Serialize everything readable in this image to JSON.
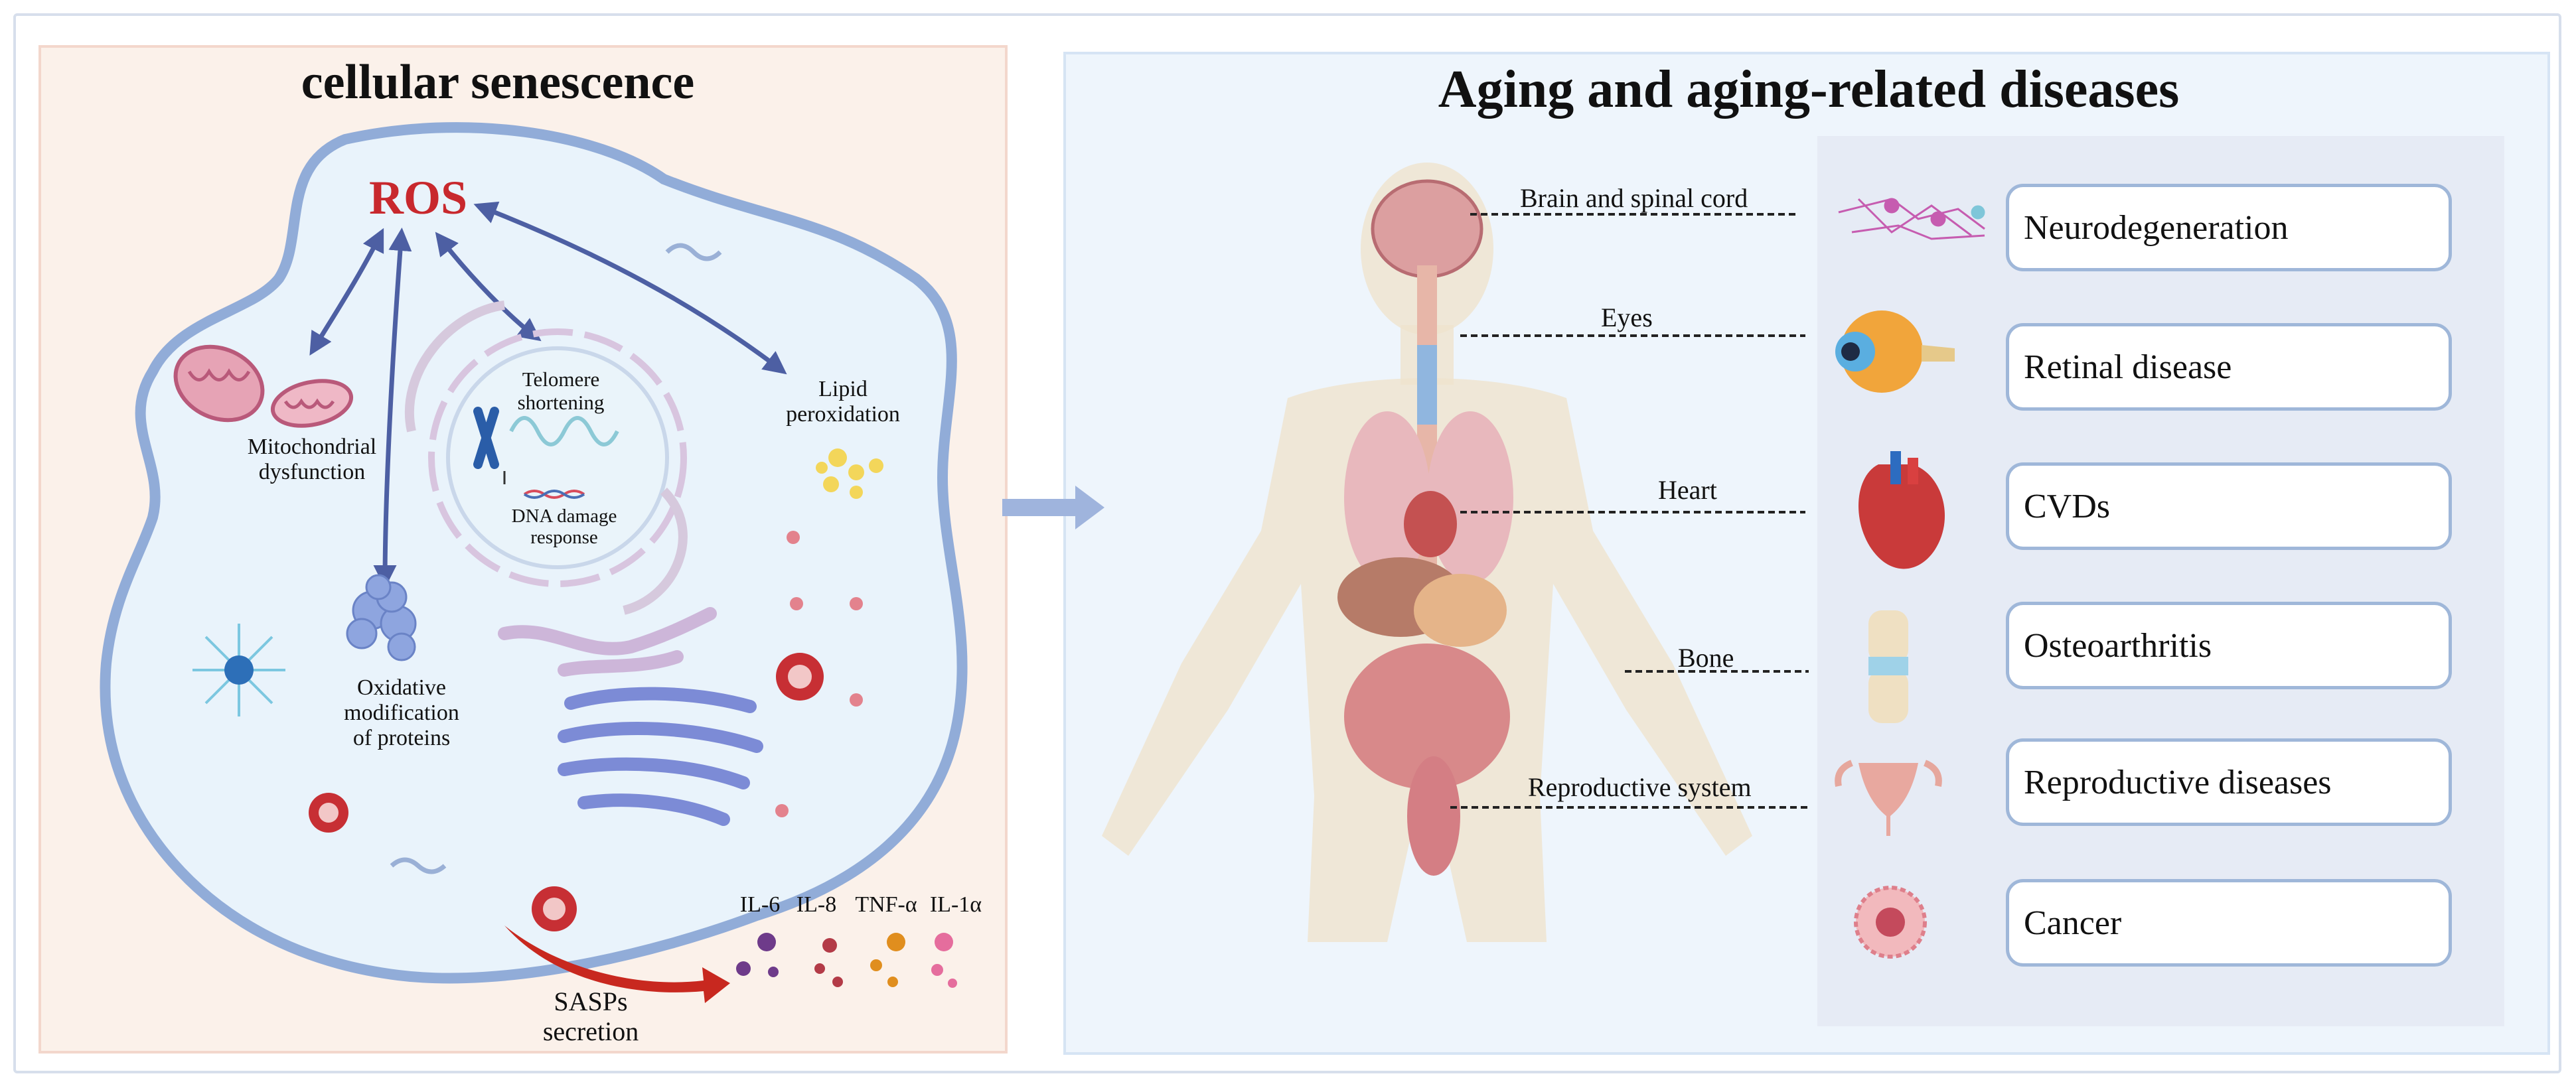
{
  "left": {
    "title": "cellular senescence",
    "ros": "ROS",
    "mito": "Mitochondrial\ndysfunction",
    "telomere": "Telomere\nshortening",
    "dna": "DNA damage\nresponse",
    "lipid": "Lipid\nperoxidation",
    "oxidative": "Oxidative\nmodification\nof proteins",
    "sasp": "SASPs\nsecretion",
    "cytokines": [
      "IL-6",
      "IL-8",
      "TNF-α",
      "IL-1α"
    ]
  },
  "right": {
    "title": "Aging and aging-related diseases",
    "organs": [
      "Brain and spinal cord",
      "Eyes",
      "Heart",
      "Bone",
      "Reproductive system"
    ],
    "diseases": [
      "Neurodegeneration",
      "Retinal disease",
      "CVDs",
      "Osteoarthritis",
      "Reproductive diseases",
      "Cancer"
    ]
  },
  "colors": {
    "ros": "#c8282d",
    "cell_fill": "#e9f3fb",
    "cell_border": "#91acd8",
    "arrow": "#4d5fa3",
    "sasp_arrow": "#c8281f",
    "disease_border": "#9fb7d9"
  },
  "icons": [
    "mitochondria-icon",
    "chromosome-icon",
    "dna-icon",
    "protein-icon",
    "lipid-droplets-icon",
    "lysosome-icon",
    "golgi-icon",
    "er-icon",
    "centrosome-icon",
    "human-body-icon",
    "neuron-icon",
    "eye-icon",
    "heart-icon",
    "knee-joint-icon",
    "uterus-icon",
    "tumor-cell-icon",
    "transition-arrow-icon"
  ]
}
